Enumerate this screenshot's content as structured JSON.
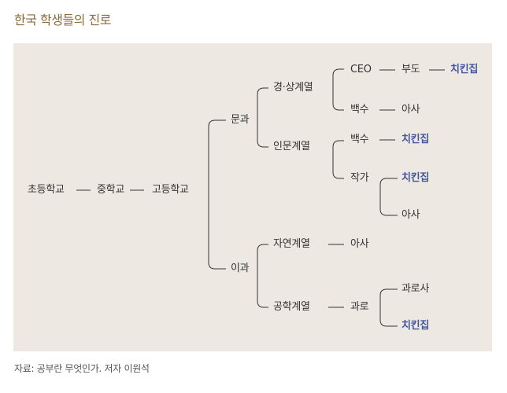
{
  "header": {
    "title": "한국 학생들의 진로"
  },
  "diagram": {
    "elementary": "초등학교",
    "middle": "중학교",
    "high": "고등학교",
    "humanities": "문과",
    "business": "경·상계열",
    "ceo": "CEO",
    "bankrupt": "부도",
    "ceo_chicken": "치킨집",
    "business_unemployed": "백수",
    "business_starve": "아사",
    "liberal": "인문계열",
    "liberal_unemployed": "백수",
    "liberal_chicken": "치킨집",
    "writer": "작가",
    "writer_chicken": "치킨집",
    "writer_starve": "아사",
    "science": "이과",
    "natural": "자연계열",
    "natural_starve": "아사",
    "engineering": "공학계열",
    "overwork": "과로",
    "overwork_death": "과로사",
    "overwork_chicken": "치킨집"
  },
  "footer": {
    "source": "자료: 공부란 무엇인가. 저자 이원석"
  },
  "colors": {
    "highlight": "#4455a0",
    "line": "#333333",
    "panel": "#ede9e2",
    "title": "#8a6a3c"
  }
}
